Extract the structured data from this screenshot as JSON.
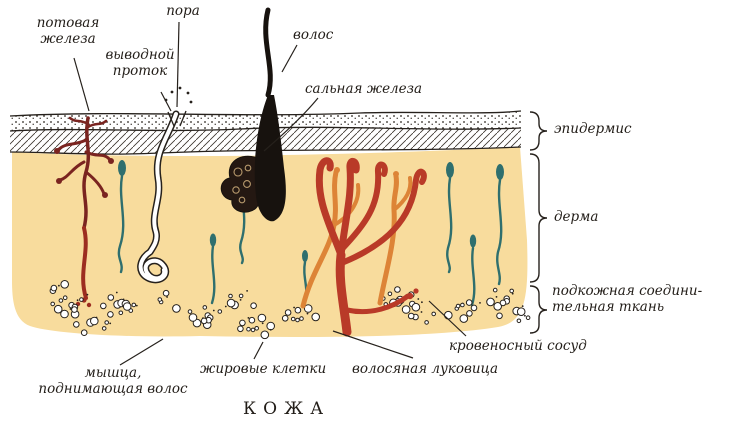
{
  "diagram": {
    "title": "КОЖА",
    "parts": {
      "sweat_gland": "потовая\nжелеза",
      "pore": "пора",
      "duct": "выводной\nпроток",
      "hair": "волос",
      "sebaceous_gland": "сальная железа",
      "blood_vessel": "кровеносный сосуд",
      "hair_bulb": "волосяная луковица",
      "fat_cells": "жировые клетки",
      "arrector_muscle": "мышца,\nподнимающая волос"
    },
    "layers": {
      "epidermis": "эпидермис",
      "dermis": "дерма",
      "subcutaneous": "подкожная соедини-\nтельная ткань"
    },
    "colors": {
      "dermis_fill": "#f8dc9d",
      "ink": "#26211c",
      "sweat_gland": "#7a2420",
      "vessel_red": "#b93a28",
      "vessel_orange": "#dd8437",
      "gland_teal": "#2f6f6e",
      "hair_black": "#17120e"
    }
  }
}
